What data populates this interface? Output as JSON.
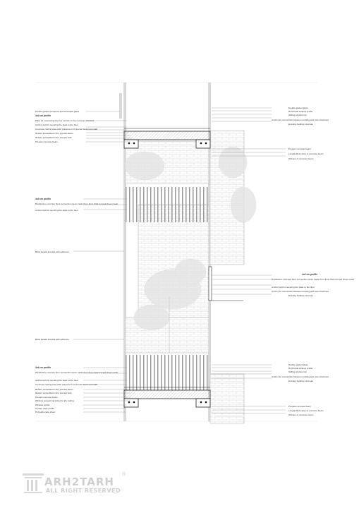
{
  "annotations": {
    "top_left": [
      "Double glazed tempered and laminated glass",
      "4x4 cm profile",
      "Plate for connecting the box section to the concrete structure",
      "Anchor bolt for securing the plate to the floor",
      "Concrete casting area after placement of precast beam and slab",
      "Rebars embedded in the precast beam",
      "Rebars embedded in the precast slab",
      "Precast concrete beam"
    ],
    "top_right": [
      "Double glazed glass",
      "Horizontal window profile",
      "Sliding window rail",
      "Anchor for connection between existing and new structures",
      "Existing building structure"
    ],
    "top_right_beam": [
      "Precast concrete beam",
      "Longitudinal rebar of concrete beam",
      "Stirrups of concrete beam"
    ],
    "mid_left": [
      "4x4 cm profile",
      "Handrail-to-concrete floor connection piece made from 4mm thick formed sheet metal",
      "Anchor bolt for securing the plate to the floor"
    ],
    "facade_1": "Brick facade bonded with adhesive",
    "mid_right": [
      "4x4 cm profile",
      "Handrail-to-concrete floor connection piece made from 4mm thick formed sheet metal",
      "Anchor bolt for securing the plate to the floor",
      "Anchor for connection between existing and new structures",
      "Existing building structure"
    ],
    "facade_2": "Brick facade bonded with adhesive",
    "bottom_left": [
      "4x4 cm profile",
      "Handrail-to-concrete floor connection piece made from 4mm thick formed sheet metal",
      "Anchor bolt for securing the plate to the floor",
      "Concrete casting area after placement of precast beam and slab",
      "Rebars embedded in the precast beam",
      "Rebars embedded in the precast slab",
      "Precast concrete beam",
      "Window support rail bolted to the ceiling",
      "Window profile",
      "Curtain track profile",
      "Polycarbonate sheet"
    ],
    "bottom_right": [
      "Double glazed glass",
      "Horizontal window profile",
      "Sliding window rail",
      "Anchor for connection between existing and new structures",
      "Existing building structure"
    ],
    "bottom_right_beam": [
      "Precast concrete beam",
      "Longitudinal rebar of concrete beam",
      "Stirrups of concrete beam"
    ]
  },
  "watermark": {
    "brand": "ARH2TARH",
    "subtitle": "ALL RIGHT RESERVED",
    "symbol": "®"
  }
}
